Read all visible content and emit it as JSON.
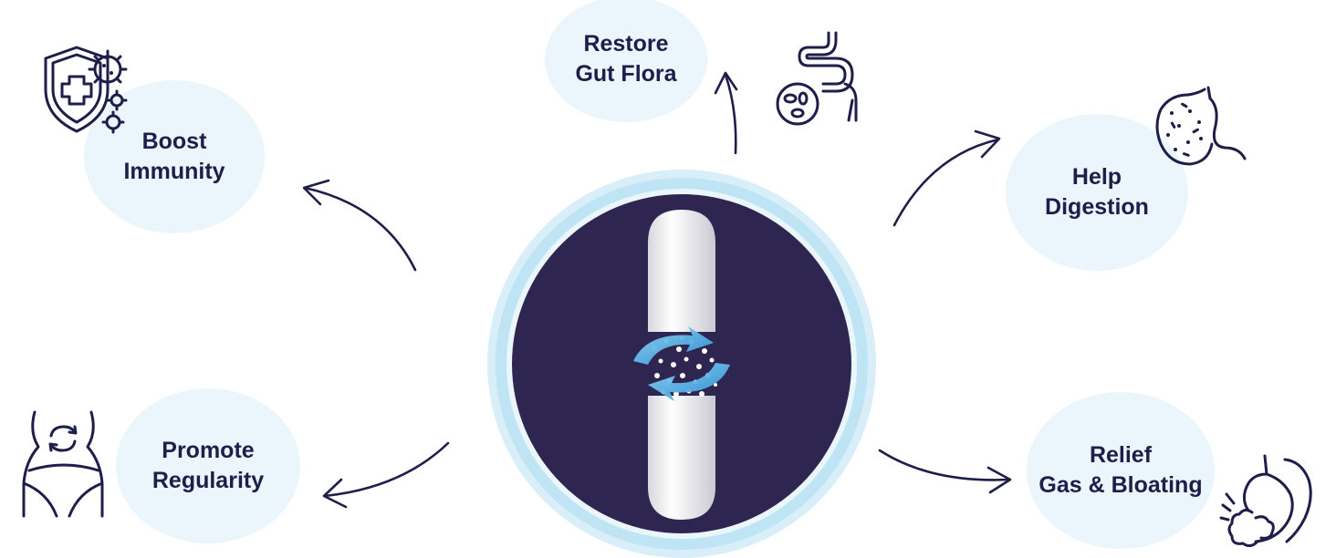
{
  "benefits": {
    "restore": {
      "line1": "Restore",
      "line2": "Gut Flora",
      "icon": "intestine-icon"
    },
    "immunity": {
      "line1": "Boost",
      "line2": "Immunity",
      "icon": "shield-virus-icon"
    },
    "digestion": {
      "line1": "Help",
      "line2": "Digestion",
      "icon": "stomach-bacteria-icon"
    },
    "regularity": {
      "line1": "Promote",
      "line2": "Regularity",
      "icon": "waist-cycle-icon"
    },
    "bloating": {
      "line1": "Relief",
      "line2": "Gas & Bloating",
      "icon": "bloated-stomach-icon"
    }
  },
  "center": {
    "icon": "probiotic-capsule-icon"
  },
  "colors": {
    "navy": "#2e2650",
    "text": "#1e1e4b",
    "bubble": "#eaf6fb",
    "ring": "#bfe4f3",
    "accent": "#4fb3e8"
  }
}
